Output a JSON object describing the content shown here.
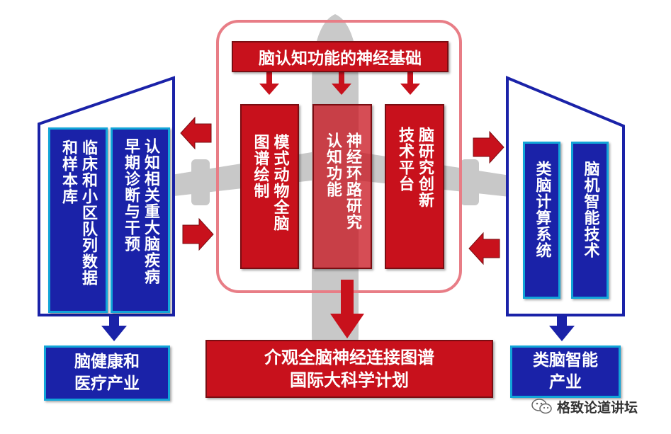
{
  "colors": {
    "red": "#c8111c",
    "blue": "#1a22a8",
    "light_red_outline": "#e87d86",
    "cyan_border": "#12a5d8",
    "plane_gray": "#bfbfbf"
  },
  "top_header": "脑认知功能的神经基础",
  "center_boxes": [
    {
      "cols": [
        "模式动物全脑",
        "图谱绘制"
      ]
    },
    {
      "cols": [
        "神经环路研究",
        "认知功能"
      ]
    },
    {
      "cols": [
        "脑研究创新",
        "技术平台"
      ]
    }
  ],
  "left_boxes": [
    {
      "cols": [
        "临床和小区队列数据",
        "和样本库"
      ]
    },
    {
      "cols": [
        "认知相关重大脑疾病",
        "早期诊断与干预"
      ]
    }
  ],
  "right_boxes": [
    {
      "cols": [
        "类脑计算系统"
      ]
    },
    {
      "cols": [
        "脑机智能技术"
      ]
    }
  ],
  "bottom_left": {
    "line1": "脑健康和",
    "line2": "医疗产业"
  },
  "bottom_center": {
    "line1": "介观全脑神经连接图谱",
    "line2": "国际大科学计划"
  },
  "bottom_right": {
    "line1": "类脑智能",
    "line2": "产业"
  },
  "watermark": {
    "text": "格致论道讲坛",
    "icon": "wechat-icon"
  }
}
